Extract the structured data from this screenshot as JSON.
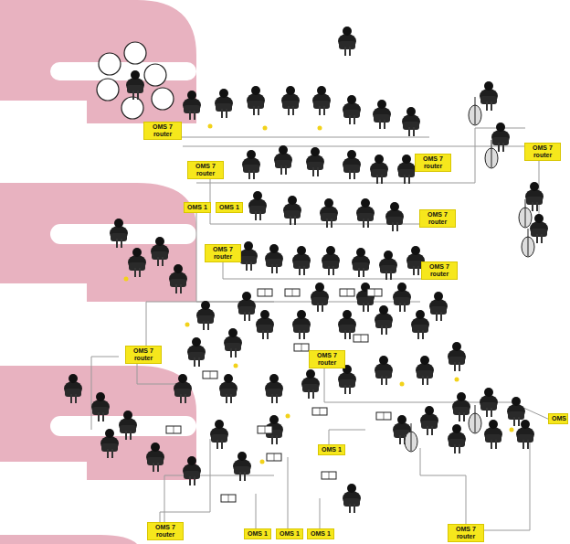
{
  "diagram": {
    "nodes": [
      {
        "text": [
          "OMS 7 router"
        ]
      },
      {
        "text": [
          "OMS 7 router"
        ]
      },
      {
        "text": [
          "OMS 7 router"
        ]
      },
      {
        "text": [
          "OMS 7 router"
        ]
      },
      {
        "text": [
          "OMS 1"
        ]
      },
      {
        "text": [
          "OMS 1"
        ]
      },
      {
        "text": [
          "OMS 7 router"
        ]
      },
      {
        "text": [
          "OMS 7 router"
        ]
      },
      {
        "text": [
          "OMS 7 router"
        ]
      },
      {
        "text": [
          "OMS 7 router"
        ]
      },
      {
        "text": [
          "OMS 7 router"
        ]
      },
      {
        "text": [
          "OMS"
        ]
      },
      {
        "text": [
          "OMS 1"
        ]
      },
      {
        "text": [
          "OMS 7 router"
        ]
      },
      {
        "text": [
          "OMS 1"
        ]
      },
      {
        "text": [
          "OMS 1"
        ]
      },
      {
        "text": [
          "OMS 1"
        ]
      },
      {
        "text": [
          "OMS 7 router"
        ]
      }
    ]
  }
}
